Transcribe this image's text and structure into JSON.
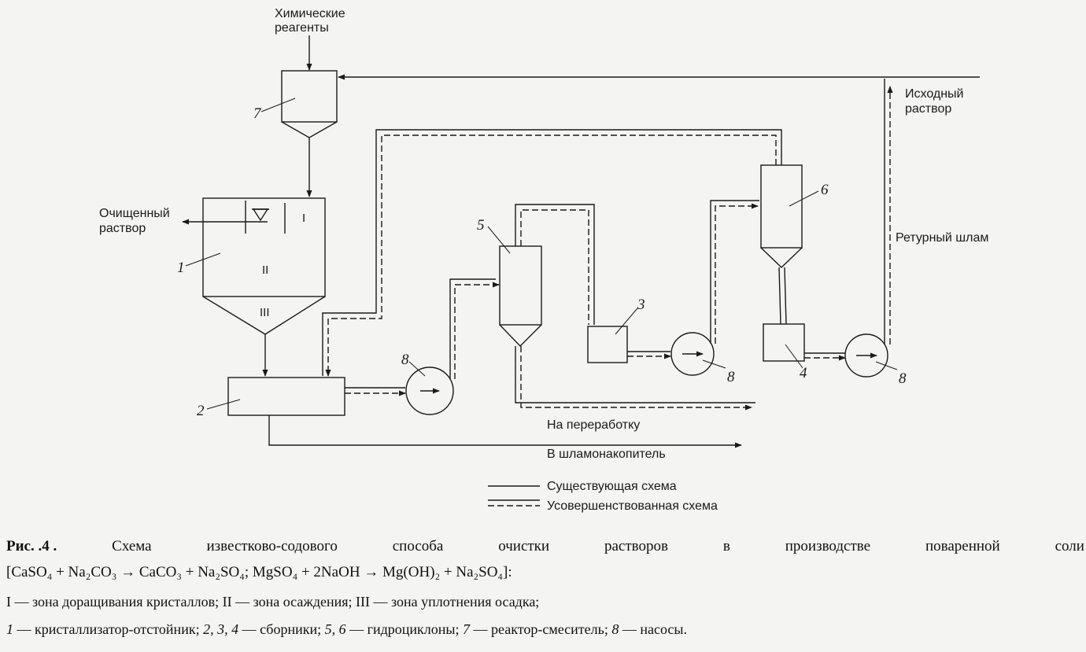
{
  "labels": {
    "chemical_reagents_1": "Химические",
    "chemical_reagents_2": "реагенты",
    "source_solution_1": "Исходный",
    "source_solution_2": "раствор",
    "purified_solution_1": "Очищенный",
    "purified_solution_2": "раствор",
    "return_sludge": "Ретурный шлам",
    "to_processing": "На переработку",
    "to_sludge_storage": "В шламонакопитель"
  },
  "zones": {
    "z1": "I",
    "z2": "II",
    "z3": "III"
  },
  "numbers": {
    "n1": "1",
    "n2": "2",
    "n3": "3",
    "n4": "4",
    "n5": "5",
    "n6": "6",
    "n7": "7",
    "n8a": "8",
    "n8b": "8",
    "n8c": "8"
  },
  "legend": {
    "existing": "Существующая схема",
    "improved": "Усовершенствованная схема"
  },
  "caption": {
    "fig_label": "Рис. .4 .",
    "words": [
      "Схема",
      "известково-содового",
      "способа",
      "очистки",
      "растворов",
      "в",
      "производстве",
      "поваренной",
      "соли"
    ],
    "equation": "[CaSO₄ + Na₂CO₃ → CaCO₃ + Na₂SO₄; MgSO₄ + 2NaOH → Mg(OH)₂ + Na₂SO₄]:",
    "zones_line": "I — зона доращивания кристаллов; II — зона осаждения; III — зона уплотнения осадка;",
    "legend_items": [
      {
        "num": "1",
        "text": " — кристаллизатор-отстойник; "
      },
      {
        "num": "2, 3, 4",
        "text": " — сборники; "
      },
      {
        "num": "5, 6",
        "text": " — гидроциклоны; "
      },
      {
        "num": "7",
        "text": " — реактор-смеситель; "
      },
      {
        "num": "8",
        "text": " — насосы."
      }
    ]
  }
}
